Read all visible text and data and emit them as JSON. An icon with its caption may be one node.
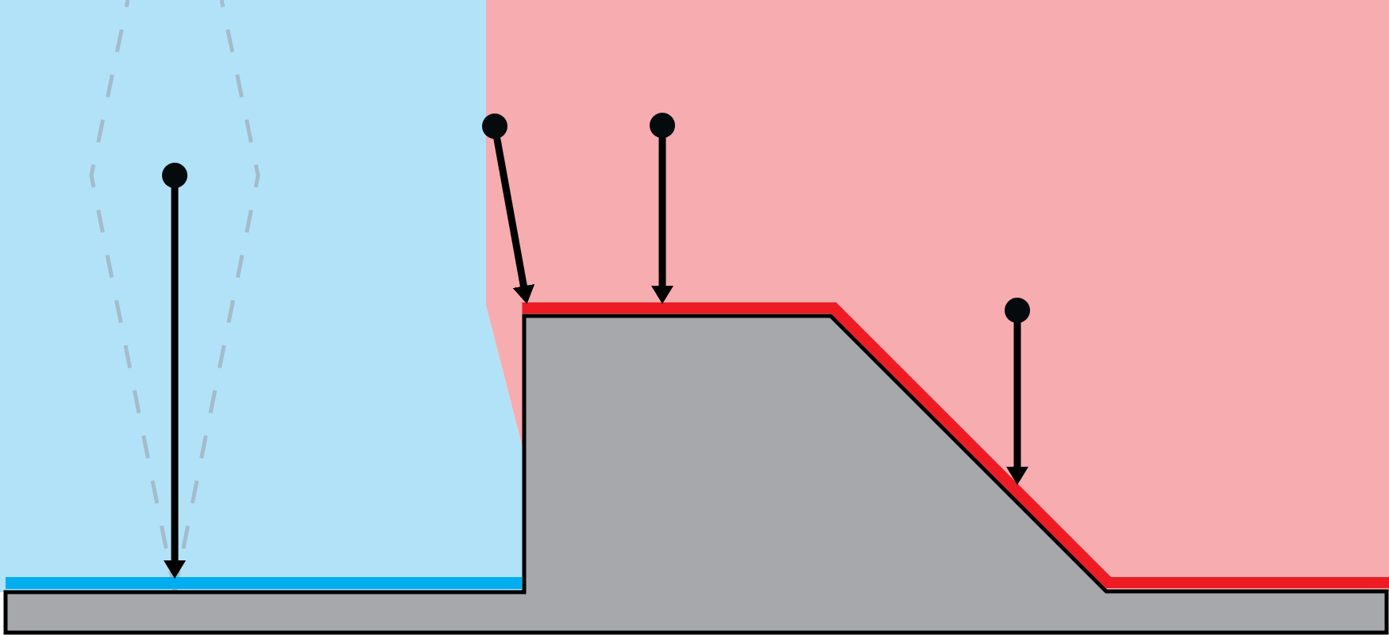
{
  "diagram": {
    "nodes": [
      {
        "text": [],
        "shape": "circle"
      },
      {
        "text": [],
        "shape": "circle"
      },
      {
        "text": [],
        "shape": "circle"
      },
      {
        "text": [],
        "shape": "circle"
      },
      {
        "text": [],
        "shape": "bar"
      },
      {
        "text": [],
        "shape": "bar"
      }
    ],
    "edges": [
      {
        "from": 0,
        "to": 4,
        "arrow": "to"
      },
      {
        "from": 1,
        "to": 5,
        "arrow": "to"
      },
      {
        "from": 2,
        "to": 5,
        "arrow": "to"
      },
      {
        "from": 3,
        "to": 5,
        "arrow": "to"
      }
    ]
  }
}
